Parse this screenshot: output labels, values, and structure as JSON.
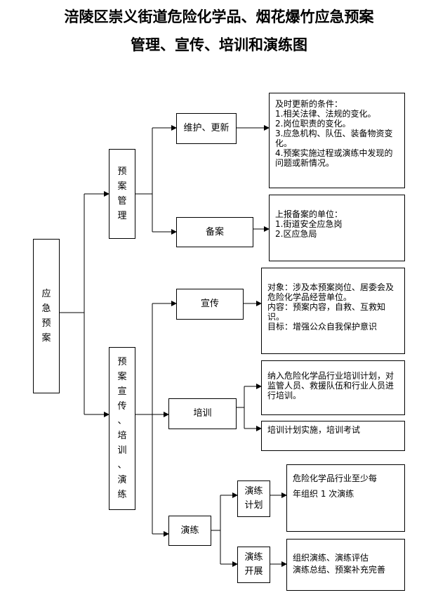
{
  "title": {
    "line1": "涪陵区崇义街道危险化学品、烟花爆竹应急预案",
    "line2": "管理、宣传、培训和演练图"
  },
  "root": {
    "label": "应急预案"
  },
  "management": {
    "label": "预案管理",
    "maintain": {
      "label": "维护、更新",
      "note": [
        "及时更新的条件：",
        "1.相关法律、法规的变化。",
        "2.岗位职责的变化。",
        "3.应急机构、队伍、装备物资变化。",
        "4.预案实施过程或演练中发现的问题或新情况。"
      ]
    },
    "filing": {
      "label": "备案",
      "note": [
        "上报备案的单位：",
        "1.街道安全应急岗",
        "2.区应急局"
      ]
    }
  },
  "publicity_branch": {
    "label": "预案宣传、培训、演练",
    "publicity": {
      "label": "宣传",
      "note": [
        "对象：涉及本预案岗位、居委会及危险化学品经营单位。",
        "内容：预案内容，自救、互救知识。",
        "目标：增强公众自我保护意识"
      ]
    },
    "training": {
      "label": "培训",
      "note1": "纳入危险化学品行业培训计划，对监管人员、救援队伍和行业人员进行培训。",
      "note2": "培训计划实施，培训考试"
    },
    "drill": {
      "label": "演练",
      "plan": {
        "label": "演练计划",
        "note": [
          "危险化学品行业至少每",
          "年组织 1 次演练"
        ]
      },
      "exec": {
        "label": "演练开展",
        "note": [
          "组织演练、演练评估",
          "演练总结、预案补充完善"
        ]
      }
    }
  }
}
